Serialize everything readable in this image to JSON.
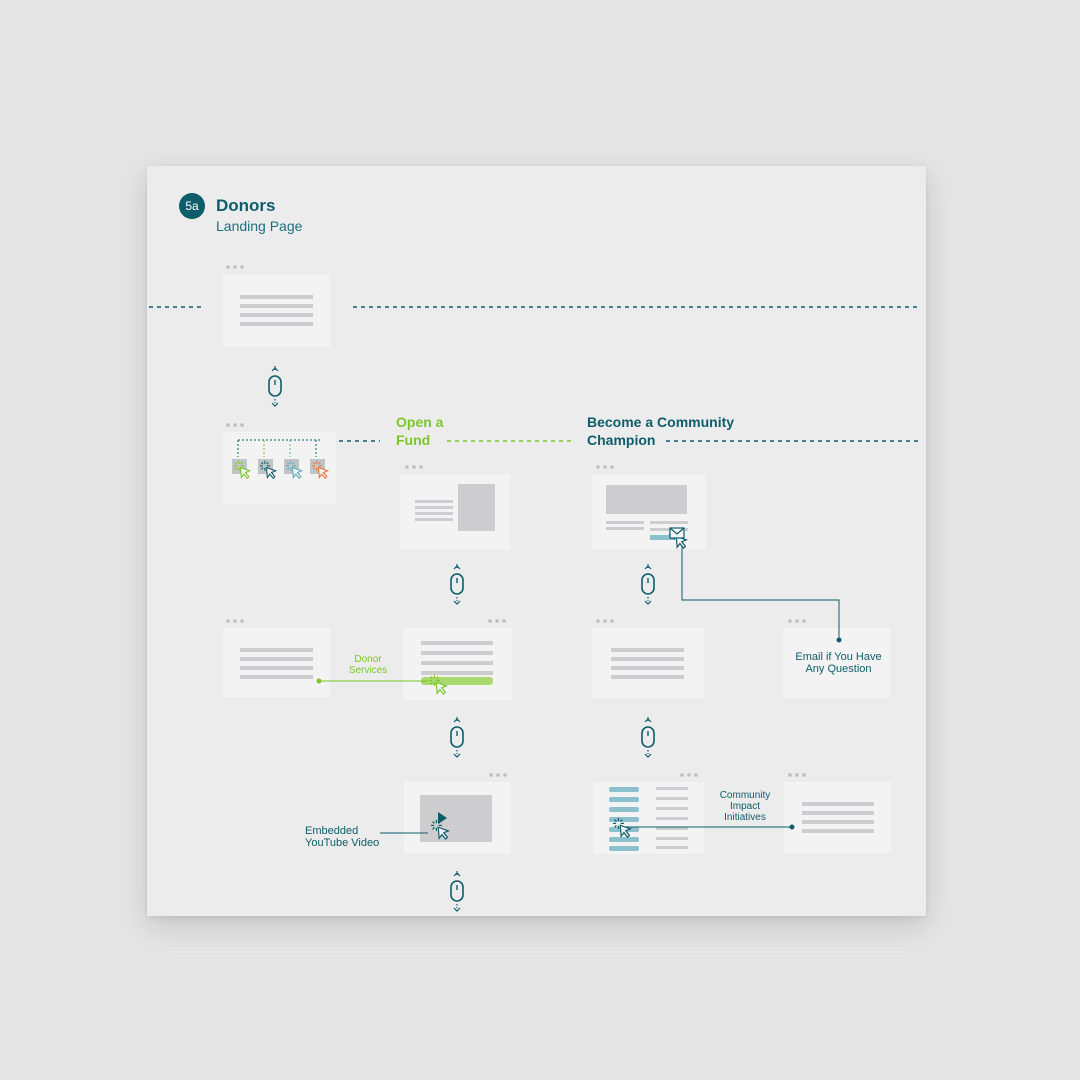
{
  "header": {
    "badge": "5a",
    "title": "Donors",
    "subtitle": "Landing Page"
  },
  "sections": {
    "open_fund": "Open a\nFund",
    "community_champion": "Become a Community\nChampion"
  },
  "annotations": {
    "donor_services": "Donor\nServices",
    "email_question": "Email if You Have\nAny Question",
    "embedded_video": "Embedded\nYouTube Video",
    "community_impact": "Community\nImpact\nInitiatives"
  },
  "colors": {
    "teal": "#0e5d6b",
    "teal_light": "#5fa8b6",
    "green": "#7cc62a",
    "orange": "#e8753a",
    "card": "#f3f3f3",
    "bars": "#cdcdcf"
  },
  "icons": [
    "scroll-mouse-icon",
    "cursor-click-icon",
    "play-icon",
    "envelope-icon"
  ]
}
